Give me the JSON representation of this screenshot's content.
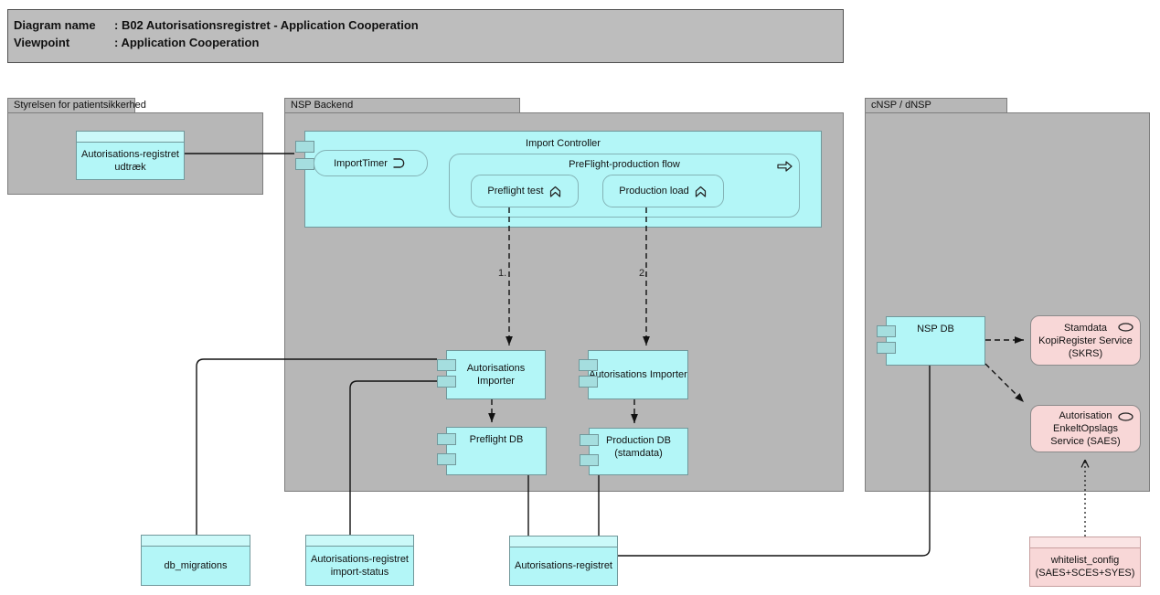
{
  "title_block": {
    "rows": [
      {
        "label": "Diagram name",
        "value": ": B02 Autorisationsregistret - Application Cooperation"
      },
      {
        "label": "Viewpoint",
        "value": ": Application Cooperation"
      }
    ]
  },
  "groups": {
    "styrelsen": {
      "label": "Styrelsen for patientsikkerhed"
    },
    "nsp_backend": {
      "label": "NSP Backend"
    },
    "cnsp": {
      "label": "cNSP / dNSP"
    }
  },
  "nodes": {
    "udtraek": {
      "label": "Autorisations-registret udtræk"
    },
    "import_controller": {
      "label": "Import Controller"
    },
    "import_timer": {
      "label": "ImportTimer"
    },
    "flow": {
      "label": "PreFlight-production flow"
    },
    "preflight_test": {
      "label": "Preflight test"
    },
    "production_load": {
      "label": "Production load"
    },
    "importer_preflight": {
      "label": "Autorisations Importer"
    },
    "importer_production": {
      "label": "Autorisations Importer"
    },
    "preflight_db": {
      "label": "Preflight DB"
    },
    "production_db": {
      "label": "Production DB (stamdata)"
    },
    "nsp_db": {
      "label": "NSP DB"
    },
    "skrs": {
      "label": "Stamdata KopiRegister Service (SKRS)"
    },
    "saes": {
      "label": "Autorisation EnkeltOpslags Service (SAES)"
    },
    "db_migrations": {
      "label": "db_migrations"
    },
    "import_status": {
      "label": "Autorisations-registret import-status"
    },
    "aut_registret": {
      "label": "Autorisations-registret"
    },
    "whitelist_config": {
      "label": "whitelist_config (SAES+SCES+SYES)"
    }
  },
  "edge_labels": {
    "step1": "1.",
    "step2": "2."
  },
  "icons": {
    "import_timer": "event-icon",
    "flow": "process-arrow-icon",
    "preflight_test": "function-icon",
    "production_load": "function-icon",
    "skrs": "service-oval-icon",
    "saes": "service-oval-icon"
  },
  "colors": {
    "element_fill_cyan": "#b3f6f7",
    "element_fill_pink": "#f8d7d7",
    "group_fill": "#b7b7b7",
    "titlebar_fill": "#bdbdbd",
    "line": "#111111",
    "canvas_bg": "#ffffff"
  }
}
